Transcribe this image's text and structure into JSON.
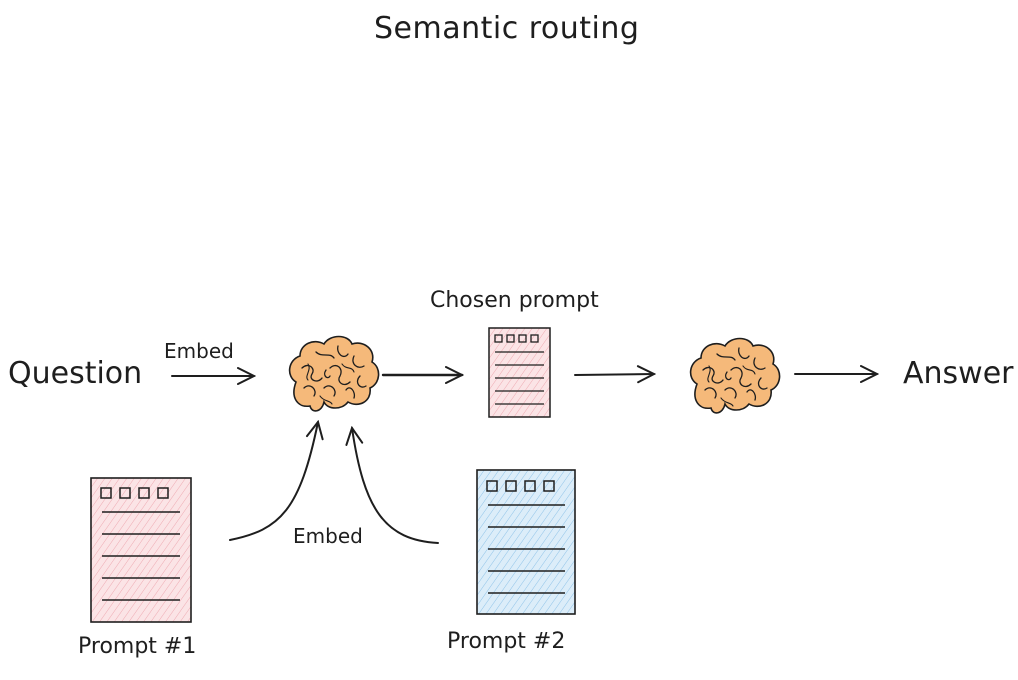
{
  "title": "Semantic routing",
  "nodes": {
    "question": "Question",
    "answer": "Answer",
    "chosen_prompt": "Chosen prompt",
    "prompt_1": "Prompt #1",
    "prompt_2": "Prompt #2"
  },
  "edges": {
    "embed_question": "Embed",
    "embed_prompts": "Embed"
  },
  "colors": {
    "ink": "#1e1e1e",
    "brain_fill": "#f5b97a",
    "pink_fill": "#f8d7da",
    "blue_fill": "#c8e3f6",
    "background": "#ffffff"
  },
  "icons": [
    "brain-icon",
    "prompt-document-icon",
    "arrow-icon"
  ]
}
